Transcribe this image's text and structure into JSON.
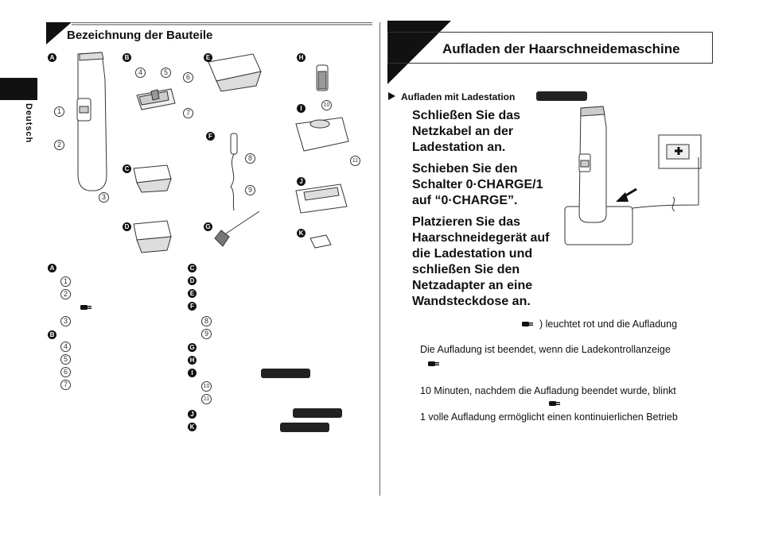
{
  "left": {
    "heading": "Bezeichnung der Bauteile",
    "side_tab": "Deutsch",
    "figure_labels": [
      "A",
      "B",
      "C",
      "D",
      "E",
      "F",
      "G",
      "H",
      "I",
      "J",
      "K"
    ],
    "callouts": [
      "1",
      "2",
      "3",
      "4",
      "5",
      "6",
      "7",
      "8",
      "9",
      "10",
      "11"
    ]
  },
  "right": {
    "heading": "Aufladen der Haarschneidemaschine",
    "subheading": "Aufladen mit Ladestation",
    "steps": [
      "Schließen Sie das Netzkabel an der Ladestation an.",
      "Schieben Sie den Schalter 0·CHARGE/1 auf “0·CHARGE”.",
      "Platzieren Sie das Haarschneidegerät auf die Ladestation und schließen Sie den Netzadapter an eine Wandsteckdose an."
    ],
    "notes": [
      ") leuchtet rot und die Aufladung",
      "Die Aufladung ist beendet, wenn die Ladekontrollanzeige",
      "10 Minuten, nachdem die Aufladung beendet wurde, blinkt",
      "1 volle Aufladung ermöglicht einen kontinuierlichen Betrieb"
    ]
  }
}
